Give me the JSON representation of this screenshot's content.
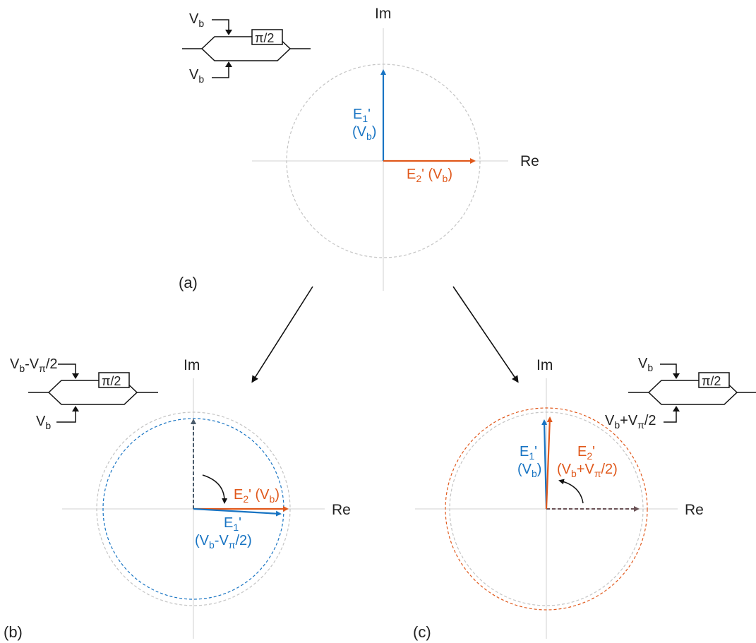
{
  "colors": {
    "blue": "#1874c3",
    "orange": "#e0581b",
    "grey_dashed": "#c4c4c4",
    "dark_arrow": "#4a5b6b",
    "axis": "#d9d9d9",
    "text": "#222222"
  },
  "panels": {
    "a": {
      "label": "(a)",
      "axis_im": "Im",
      "axis_re": "Re",
      "modulator": {
        "phase_box": "π/2",
        "top_bias": {
          "main": "V",
          "sub": "b",
          "rest": ""
        },
        "bottom_bias": {
          "main": "V",
          "sub": "b",
          "rest": ""
        }
      },
      "e1_label": {
        "name": "E",
        "sub": "1",
        "prime": "'",
        "arg_open": "(V",
        "arg_sub": "b",
        "arg_close": ")"
      },
      "e2_label": {
        "name": "E",
        "sub": "2",
        "prime": "' (V",
        "arg_sub": "b",
        "arg_close": ")"
      }
    },
    "b": {
      "label": "(b)",
      "axis_im": "Im",
      "axis_re": "Re",
      "modulator": {
        "phase_box": "π/2",
        "top_bias": {
          "v": "V",
          "sub_b": "b",
          "minus": "-V",
          "sub_pi": "π",
          "rest": "/2"
        },
        "bottom_bias": {
          "main": "V",
          "sub": "b"
        }
      },
      "e2_label": {
        "name": "E",
        "sub": "2",
        "prime": "' (V",
        "arg_sub": "b",
        "arg_close": ")"
      },
      "e1_label": {
        "name": "E",
        "sub": "1",
        "prime": "'",
        "arg_open": "(V",
        "arg_sub": "b",
        "arg_mid": "-V",
        "arg_sub2": "π",
        "arg_close": "/2)"
      }
    },
    "c": {
      "label": "(c)",
      "axis_im": "Im",
      "axis_re": "Re",
      "modulator": {
        "phase_box": "π/2",
        "top_bias": {
          "main": "V",
          "sub": "b"
        },
        "bottom_bias": {
          "v": "V",
          "sub_b": "b",
          "plus": "+V",
          "sub_pi": "π",
          "rest": "/2"
        }
      },
      "e1_label": {
        "name": "E",
        "sub": "1",
        "prime": "'",
        "arg_open": "(V",
        "arg_sub": "b",
        "arg_close": ")"
      },
      "e2_label": {
        "name": "E",
        "sub": "2",
        "prime": "'",
        "arg_open": "(V",
        "arg_sub": "b",
        "arg_mid": "+V",
        "arg_sub2": "π",
        "arg_close": "/2)"
      }
    }
  }
}
